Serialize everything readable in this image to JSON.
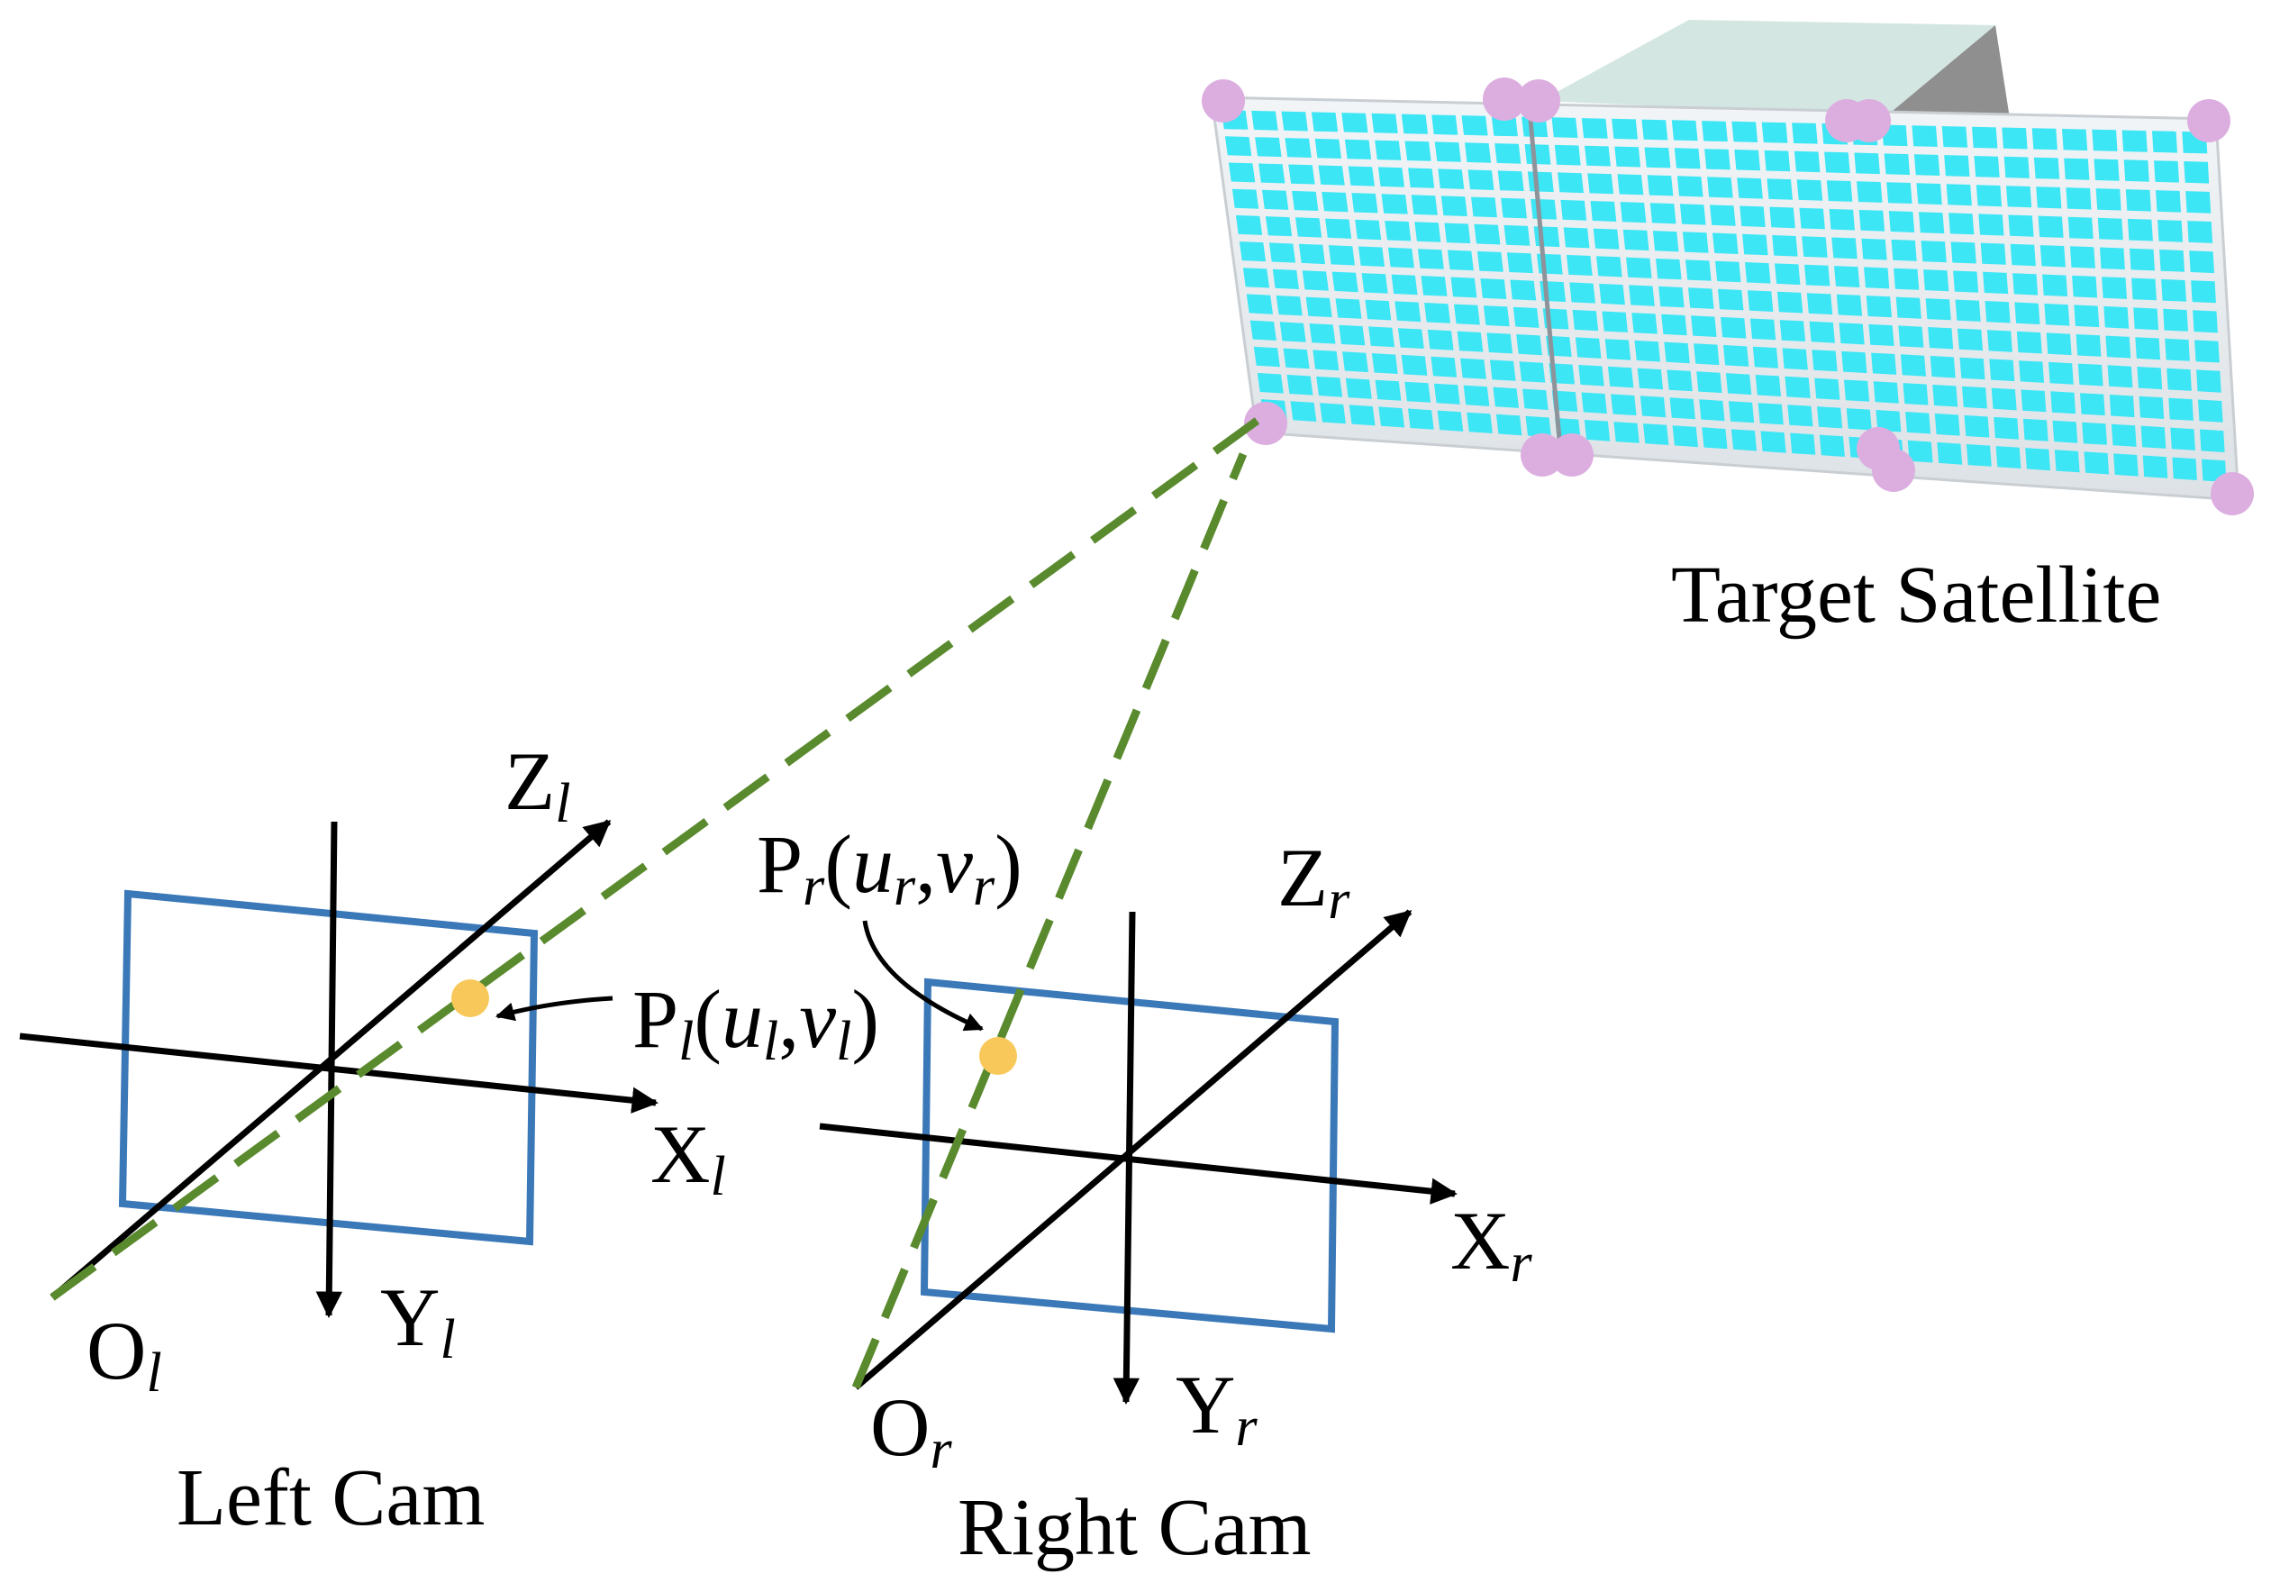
{
  "satellite": {
    "label": "Target Satellite"
  },
  "left_cam": {
    "caption": "Left Cam",
    "origin": {
      "base": "O",
      "sub": "l"
    },
    "axis_x": {
      "base": "X",
      "sub": "l"
    },
    "axis_y": {
      "base": "Y",
      "sub": "l"
    },
    "axis_z": {
      "base": "Z",
      "sub": "l"
    },
    "point": {
      "base": "P",
      "sub": "l",
      "open": "(",
      "u": "u",
      "u_sub": "l",
      "comma": ",",
      "v": "v",
      "v_sub": "l",
      "close": ")"
    }
  },
  "right_cam": {
    "caption": "Right Cam",
    "origin": {
      "base": "O",
      "sub": "r"
    },
    "axis_x": {
      "base": "X",
      "sub": "r"
    },
    "axis_y": {
      "base": "Y",
      "sub": "r"
    },
    "axis_z": {
      "base": "Z",
      "sub": "r"
    },
    "point": {
      "base": "P",
      "sub": "r",
      "open": "(",
      "u": "u",
      "u_sub": "r",
      "comma": ",",
      "v": "v",
      "v_sub": "r",
      "close": ")"
    }
  },
  "colors": {
    "image_plane": "#3a78b8",
    "projection_line": "#5a8a2e",
    "image_point": "#f8c95a",
    "feature_point": "#dcaee0",
    "solar_cell": "#3ce6f5",
    "panel_base": "#e8ecef",
    "body_top": "#d3e6e1",
    "body_side": "#8f8f8f",
    "axis": "#000000"
  }
}
